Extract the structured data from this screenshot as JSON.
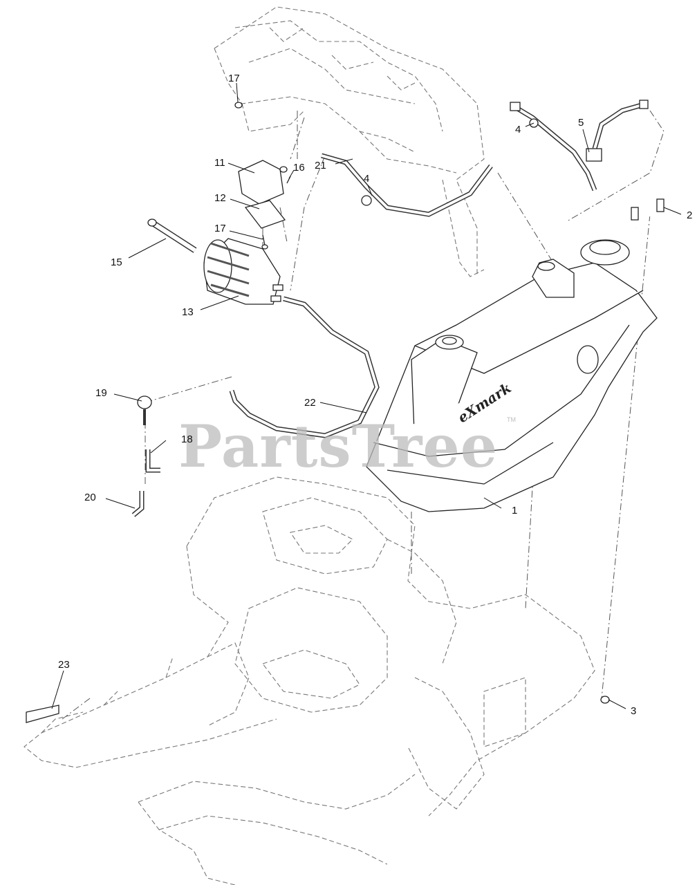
{
  "watermark": {
    "text": "PartsTree",
    "tm": "TM"
  },
  "brand": "eXmark",
  "callouts": [
    {
      "id": "1",
      "label": "1"
    },
    {
      "id": "2",
      "label": "2"
    },
    {
      "id": "3",
      "label": "3"
    },
    {
      "id": "4a",
      "label": "4"
    },
    {
      "id": "4b",
      "label": "4"
    },
    {
      "id": "5",
      "label": "5"
    },
    {
      "id": "11",
      "label": "11"
    },
    {
      "id": "12",
      "label": "12"
    },
    {
      "id": "13",
      "label": "13"
    },
    {
      "id": "15",
      "label": "15"
    },
    {
      "id": "16",
      "label": "16"
    },
    {
      "id": "17a",
      "label": "17"
    },
    {
      "id": "17b",
      "label": "17"
    },
    {
      "id": "18",
      "label": "18"
    },
    {
      "id": "19",
      "label": "19"
    },
    {
      "id": "20",
      "label": "20"
    },
    {
      "id": "21",
      "label": "21"
    },
    {
      "id": "22",
      "label": "22"
    },
    {
      "id": "23",
      "label": "23"
    }
  ]
}
